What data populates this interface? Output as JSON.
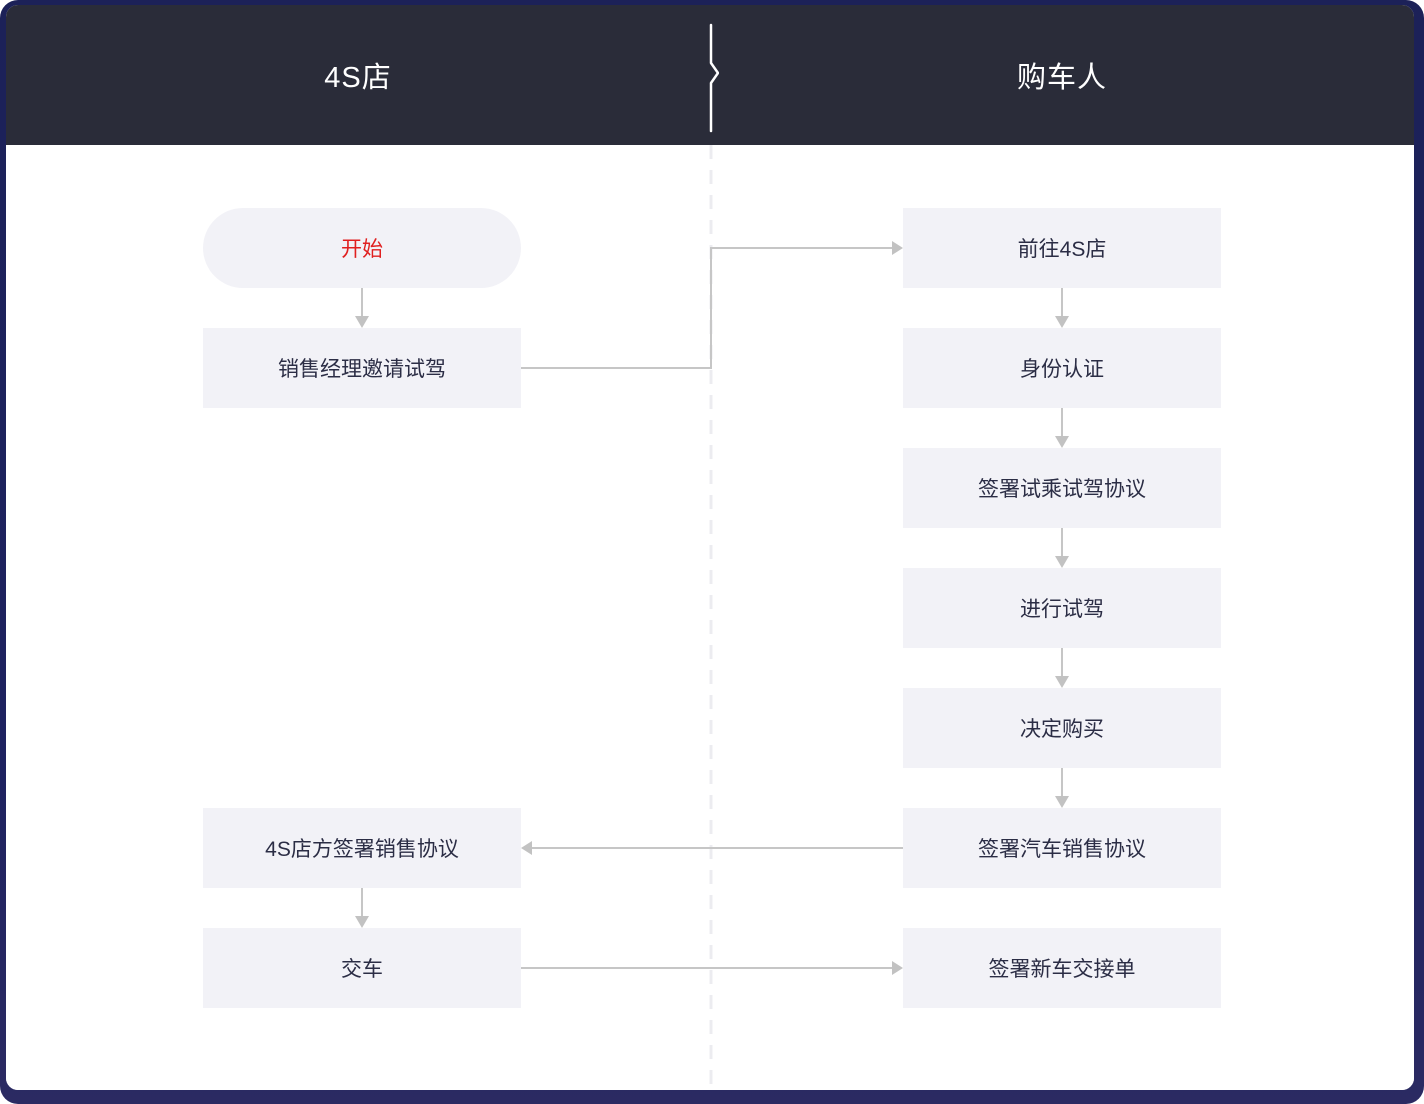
{
  "lanes": [
    {
      "title": "4S店"
    },
    {
      "title": "购车人"
    }
  ],
  "nodes": {
    "start": {
      "label": "开始"
    },
    "invite": {
      "label": "销售经理邀请试驾"
    },
    "sign_sales": {
      "label": "4S店方签署销售协议"
    },
    "deliver": {
      "label": "交车"
    },
    "goto_store": {
      "label": "前往4S店"
    },
    "identity": {
      "label": "身份认证"
    },
    "test_agreement": {
      "label": "签署试乘试驾协议"
    },
    "test_drive": {
      "label": "进行试驾"
    },
    "decide": {
      "label": "决定购买"
    },
    "car_sales_agreement": {
      "label": "签署汽车销售协议"
    },
    "handover": {
      "label": "签署新车交接单"
    }
  },
  "colors": {
    "frame_navy": "#1e2260",
    "header_dark": "#2a2c39",
    "node_fill": "#f2f2f7",
    "node_text": "#2b2d45",
    "start_text_red": "#e02020",
    "arrow_gray": "#c6c6c6",
    "divider_dash": "#ececf0",
    "lane_title_white": "#ffffff"
  }
}
